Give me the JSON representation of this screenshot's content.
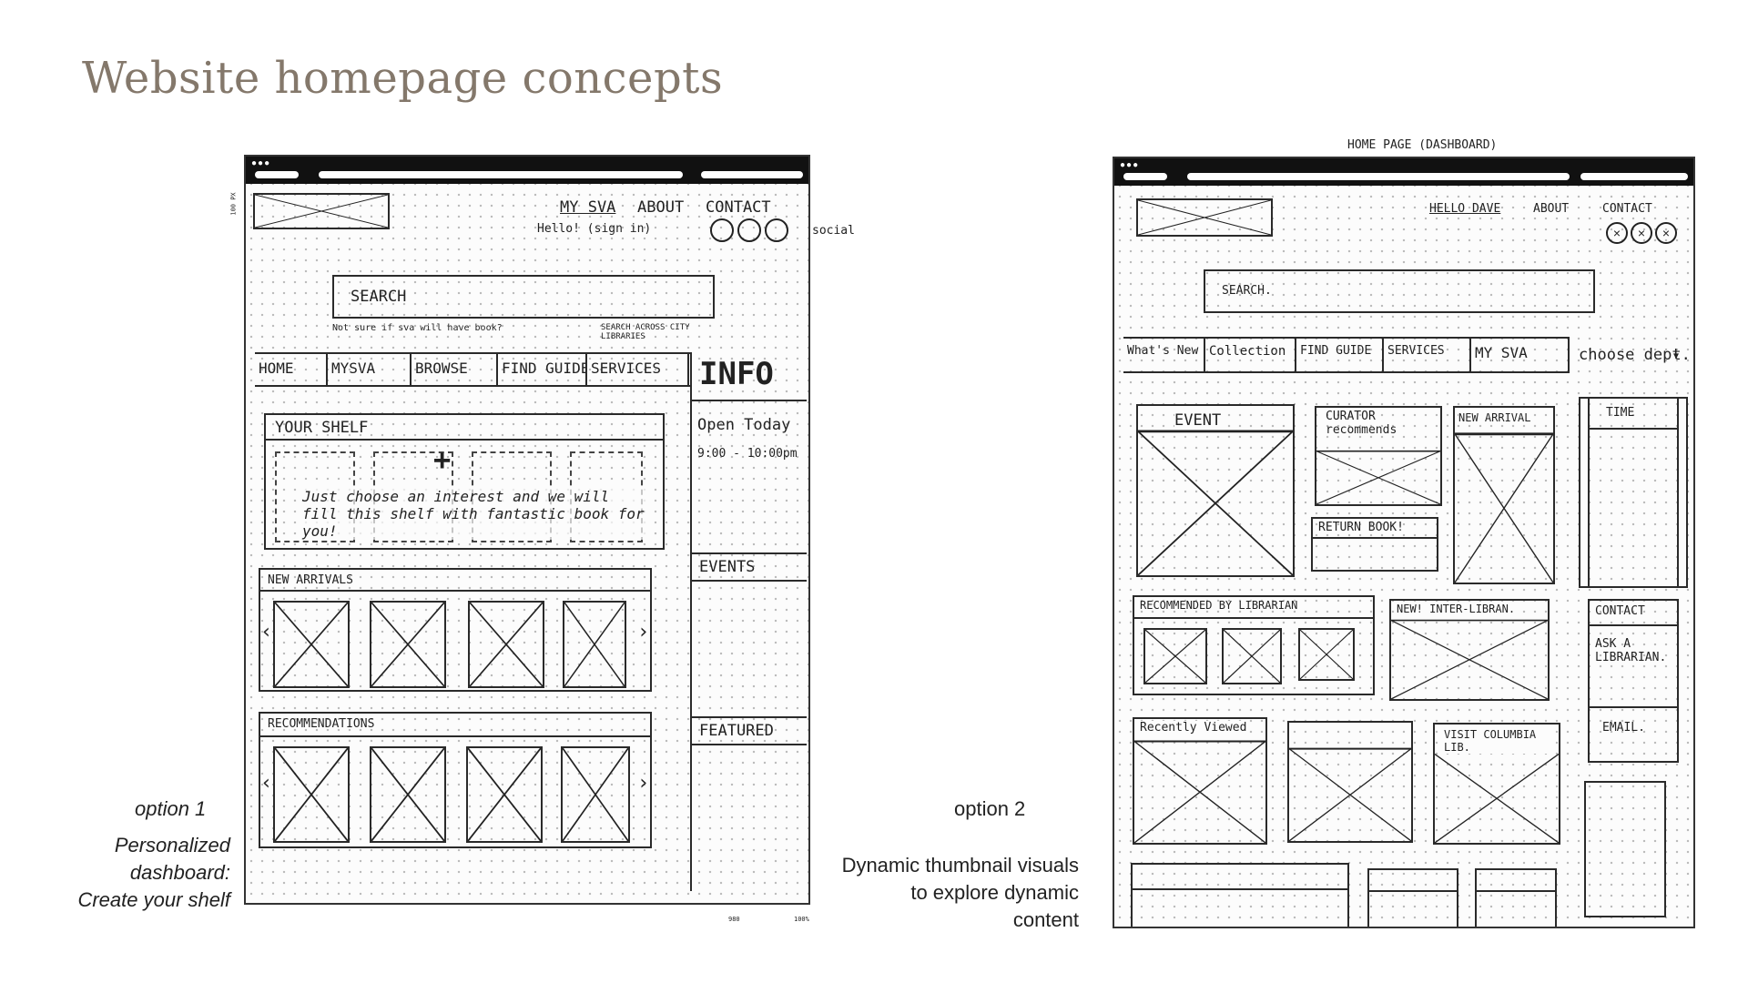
{
  "page": {
    "title": "Website homepage concepts"
  },
  "option1": {
    "header": {
      "my_sva": "MY SVA",
      "about": "ABOUT",
      "contact": "CONTACT",
      "hello": "Hello! (sign in)",
      "social": "social"
    },
    "search": {
      "label": "SEARCH",
      "note": "Not sure if sva will have book?",
      "across": "SEARCH ACROSS CITY LIBRARIES"
    },
    "nav": [
      "HOME",
      "MYSVA",
      "BROWSE",
      "FIND GUIDE",
      "SERVICES"
    ],
    "info": {
      "title": "INFO",
      "open": "Open Today",
      "hours": "9:00 - 10:00pm",
      "events": "EVENTS",
      "featured": "FEATURED"
    },
    "shelf": {
      "title": "YOUR SHELF",
      "plus": "+",
      "message": "Just choose an interest and we will fill this shelf with fantastic book for you!"
    },
    "new_arrivals": "NEW ARRIVALS",
    "recommendations": "RECOMMENDATIONS",
    "arrow_left": "‹",
    "arrow_right": "›",
    "caption_option": "option 1",
    "caption_desc_1": "Personalized",
    "caption_desc_2": "dashboard:",
    "caption_desc_3": "Create your shelf",
    "ruler_left": "100 PX",
    "ruler_bottom_1": "980",
    "ruler_bottom_2": "100%"
  },
  "option2": {
    "top_note": "HOME PAGE (DASHBOARD)",
    "header": {
      "hello": "HELLO DAVE",
      "about": "ABOUT",
      "contact": "CONTACT"
    },
    "search": "SEARCH.",
    "nav": [
      "What's New",
      "Collection",
      "FIND GUIDE",
      "SERVICES",
      "MY SVA"
    ],
    "choose_dept": "choose dept.",
    "event": "EVENT",
    "curator": "CURATOR recommends",
    "new_arrival": "NEW ARRIVAL",
    "time": "TIME",
    "return_book": "RETURN BOOK!",
    "recommended": "RECOMMENDED BY LIBRARIAN",
    "inter_library": "NEW! INTER-LIBRAN.",
    "contact": "CONTACT",
    "ask": "ASK A LIBRARIAN.",
    "email": "EMAIL.",
    "recently_viewed": "Recently Viewed",
    "visit": "VISIT COLUMBIA LIB.",
    "caption_option": "option 2",
    "caption_desc_1": "Dynamic thumbnail visuals",
    "caption_desc_2": "to explore dynamic",
    "caption_desc_3": "content"
  }
}
